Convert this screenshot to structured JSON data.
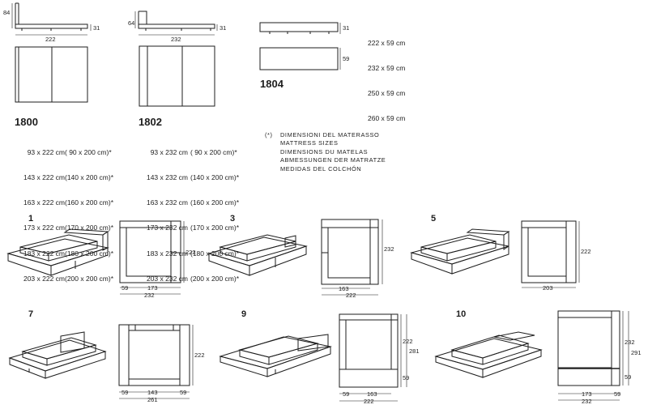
{
  "models": {
    "m1800": {
      "code": "1800",
      "height_label": "84",
      "frame_label": "31",
      "width_label": "222",
      "sizes": [
        "93 x 222 cm",
        "143 x 222 cm",
        "163 x 222 cm",
        "173 x 222 cm",
        "183 x 222 cm",
        "203 x 222 cm"
      ],
      "mattress": [
        "( 90 x 200 cm)*",
        "(140 x 200 cm)*",
        "(160 x 200 cm)*",
        "(170 x 200 cm)*",
        "(180 x 200 cm)*",
        "(200 x 200 cm)*"
      ]
    },
    "m1802": {
      "code": "1802",
      "height_label": "64",
      "frame_label": "31",
      "width_label": "232",
      "sizes": [
        "93 x 232 cm",
        "143 x 232 cm",
        "163 x 232 cm",
        "173 x 232 cm",
        "183 x 232 cm",
        "203 x 232 cm"
      ],
      "mattress": [
        "( 90 x 200 cm)*",
        "(140 x 200 cm)*",
        "(160 x 200 cm)*",
        "(170 x 200 cm)*",
        "(180 x 200 cm)*",
        "(200 x 200 cm)*"
      ]
    },
    "m1804": {
      "code": "1804",
      "frame_label": "31",
      "depth_label": "59",
      "sizes": [
        "222 x 59 cm",
        "232 x 59 cm",
        "250 x 59 cm",
        "260 x 59 cm"
      ]
    }
  },
  "footnote": {
    "marker": "(*)",
    "lines": [
      "Dimensioni del materasso",
      "Mattress sizes",
      "Dimensions du matelas",
      "Abmessungen der Matratze",
      "Medidas del colchón"
    ]
  },
  "configs": [
    {
      "num": "1",
      "side": "222",
      "w1": "59",
      "w2": "173",
      "total": "232"
    },
    {
      "num": "3",
      "side": "232",
      "w1": "163",
      "total": "222"
    },
    {
      "num": "5",
      "side": "222",
      "total": "203"
    },
    {
      "num": "7",
      "side": "222",
      "w1": "59",
      "w2": "143",
      "w3": "59",
      "total": "261"
    },
    {
      "num": "9",
      "side1": "222",
      "side2": "281",
      "side3": "59",
      "w1": "59",
      "w2": "163",
      "total": "222"
    },
    {
      "num": "10",
      "side1": "232",
      "side2": "291",
      "side3": "59",
      "w1": "173",
      "w2": "59",
      "total": "232"
    }
  ]
}
